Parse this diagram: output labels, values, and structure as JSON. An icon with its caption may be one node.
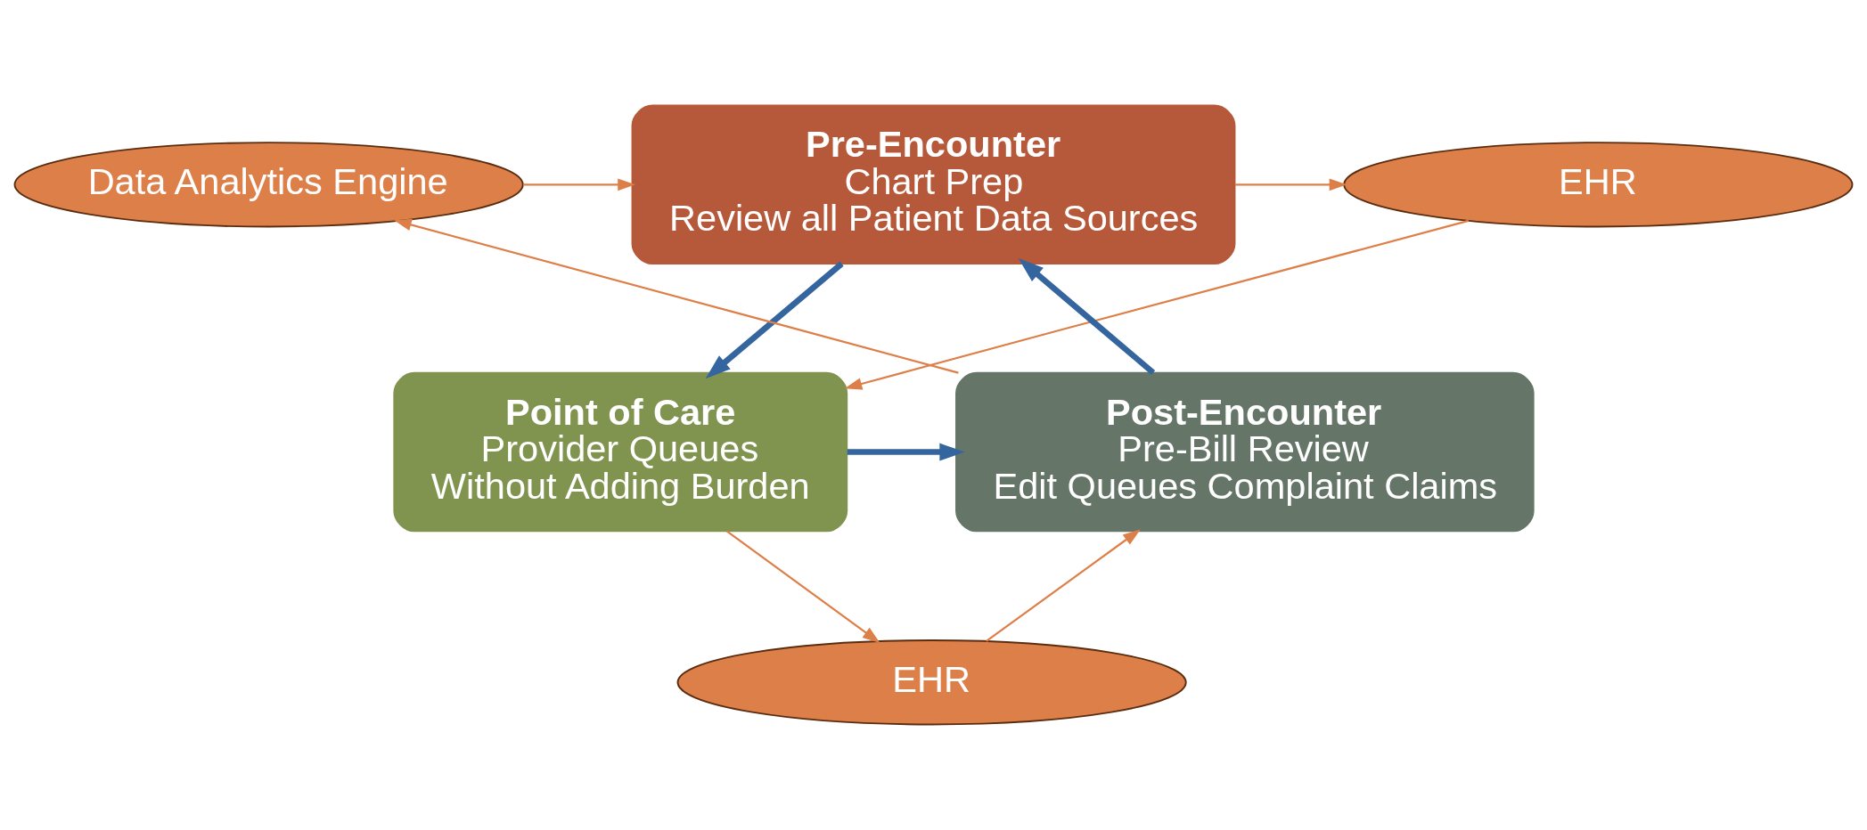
{
  "diagram": {
    "nodes": [
      {
        "text": [
          "Pre-Encounter",
          "Chart Prep",
          "Review all Patient Data Sources"
        ]
      },
      {
        "text": [
          "Data Analytics Engine"
        ]
      },
      {
        "text": [
          "EHR"
        ]
      },
      {
        "text": [
          "Post-Encounter",
          "Pre-Bill Review",
          "Edit Queues Complaint Claims"
        ]
      },
      {
        "text": [
          "Point of Care",
          "Provider Queues",
          "Without Adding Burden"
        ]
      },
      {
        "text": [
          "EHR"
        ]
      }
    ],
    "edges": [
      {
        "from": 3,
        "to": 0,
        "arrow": "to",
        "style": "thick",
        "color": "#35659e"
      },
      {
        "from": 0,
        "to": 4,
        "arrow": "to",
        "style": "thick",
        "color": "#35659e"
      },
      {
        "from": 4,
        "to": 3,
        "arrow": "to",
        "style": "thick",
        "color": "#35659e"
      },
      {
        "from": 1,
        "to": 0,
        "arrow": "to"
      },
      {
        "from": 3,
        "to": 1,
        "arrow": "to"
      },
      {
        "from": 0,
        "to": 2,
        "arrow": "to"
      },
      {
        "from": 2,
        "to": 4,
        "arrow": "to"
      },
      {
        "from": 5,
        "to": 3,
        "arrow": "to"
      },
      {
        "from": 4,
        "to": 5,
        "arrow": "to"
      }
    ]
  }
}
